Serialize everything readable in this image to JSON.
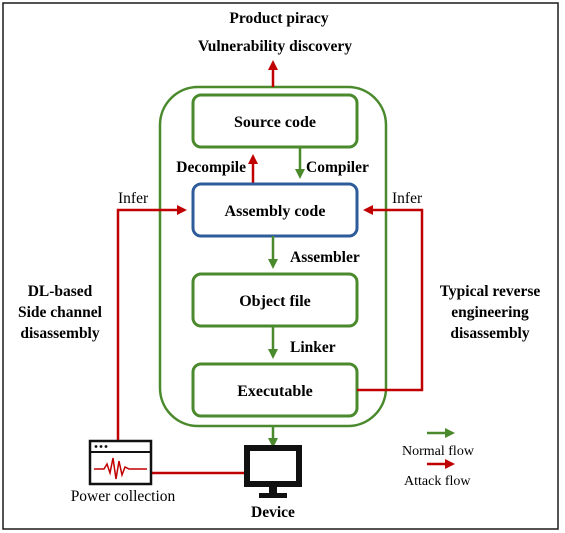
{
  "top_outputs": [
    "Product piracy",
    "Vulnerability discovery"
  ],
  "boxes": {
    "source": "Source code",
    "assembly": "Assembly code",
    "object": "Object file",
    "executable": "Executable"
  },
  "edges": {
    "decompile": "Decompile",
    "compiler": "Compiler",
    "assembler": "Assembler",
    "linker": "Linker",
    "infer_left": "Infer",
    "infer_right": "Infer"
  },
  "left_method": [
    "DL-based",
    "Side channel",
    "disassembly"
  ],
  "right_method": [
    "Typical reverse",
    "engineering",
    "disassembly"
  ],
  "power_collection": "Power collection",
  "device": "Device",
  "legend": {
    "normal": "Normal flow",
    "attack": "Attack flow"
  },
  "colors": {
    "normal": "#4a8a2c",
    "attack": "#c00000",
    "assembly_box": "#2e5c9a",
    "frame": "#1a1a1a"
  },
  "icons": {
    "power": "oscilloscope-icon",
    "device": "monitor-icon"
  }
}
